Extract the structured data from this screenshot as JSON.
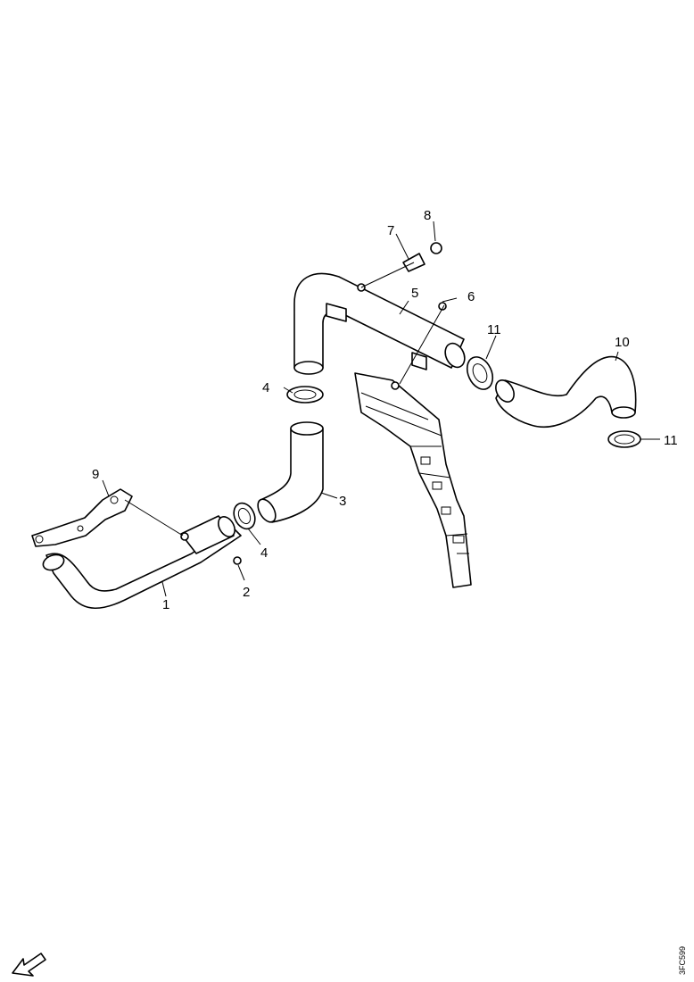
{
  "callouts": [
    {
      "id": "item-1",
      "label": "1"
    },
    {
      "id": "item-2",
      "label": "2"
    },
    {
      "id": "item-3",
      "label": "3"
    },
    {
      "id": "item-4a",
      "label": "4"
    },
    {
      "id": "item-4b",
      "label": "4"
    },
    {
      "id": "item-5",
      "label": "5"
    },
    {
      "id": "item-6",
      "label": "6"
    },
    {
      "id": "item-7",
      "label": "7"
    },
    {
      "id": "item-8",
      "label": "8"
    },
    {
      "id": "item-9",
      "label": "9"
    },
    {
      "id": "item-10",
      "label": "10"
    },
    {
      "id": "item-11a",
      "label": "11"
    },
    {
      "id": "item-11b",
      "label": "11"
    }
  ],
  "document_number": "3FC599",
  "orientation_icon": "direction-arrow-icon"
}
